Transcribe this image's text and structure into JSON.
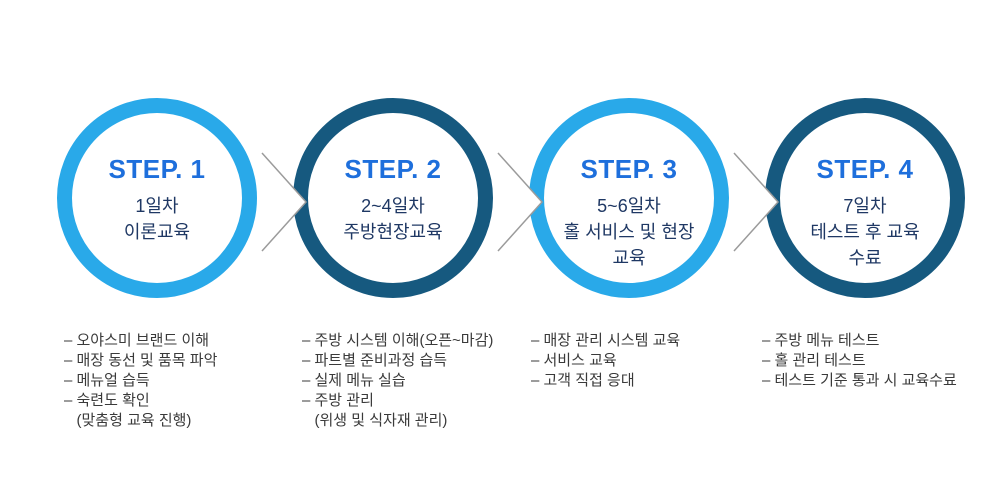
{
  "diagram_title": "4-step training process",
  "colors": {
    "ring_light": "#29A9E9",
    "ring_dark": "#16597F",
    "step_title_blue": "#1E6FDC",
    "subtitle_navy": "#1F3864",
    "list_text": "#3A3A3A",
    "chevron_stroke": "#9B9B9B",
    "background": "#FFFFFF"
  },
  "steps": [
    {
      "title": "STEP. 1",
      "ring_color": "#29A9E9",
      "subtitle_lines": [
        "1일차",
        "이론교육"
      ],
      "bullets": [
        "– 오야스미 브랜드 이해",
        "– 매장 동선 및 품목 파악",
        "– 메뉴얼 습득",
        "– 숙련도 확인",
        "   (맞춤형 교육 진행)"
      ]
    },
    {
      "title": "STEP. 2",
      "ring_color": "#16597F",
      "subtitle_lines": [
        "2~4일차",
        "주방현장교육"
      ],
      "bullets": [
        "– 주방 시스템 이해(오픈~마감)",
        "– 파트별 준비과정 습득",
        "– 실제 메뉴 실습",
        "– 주방 관리",
        "   (위생 및 식자재 관리)"
      ]
    },
    {
      "title": "STEP. 3",
      "ring_color": "#29A9E9",
      "subtitle_lines": [
        "5~6일차",
        "홀 서비스 및 현장",
        "교육"
      ],
      "bullets": [
        "– 매장 관리 시스템 교육",
        "– 서비스 교육",
        "– 고객 직접 응대"
      ]
    },
    {
      "title": "STEP. 4",
      "ring_color": "#16597F",
      "subtitle_lines": [
        "7일차",
        "테스트 후 교육",
        "수료"
      ],
      "bullets": [
        "– 주방 메뉴 테스트",
        "– 홀 관리 테스트",
        "– 테스트 기준 통과 시 교육수료"
      ]
    }
  ]
}
